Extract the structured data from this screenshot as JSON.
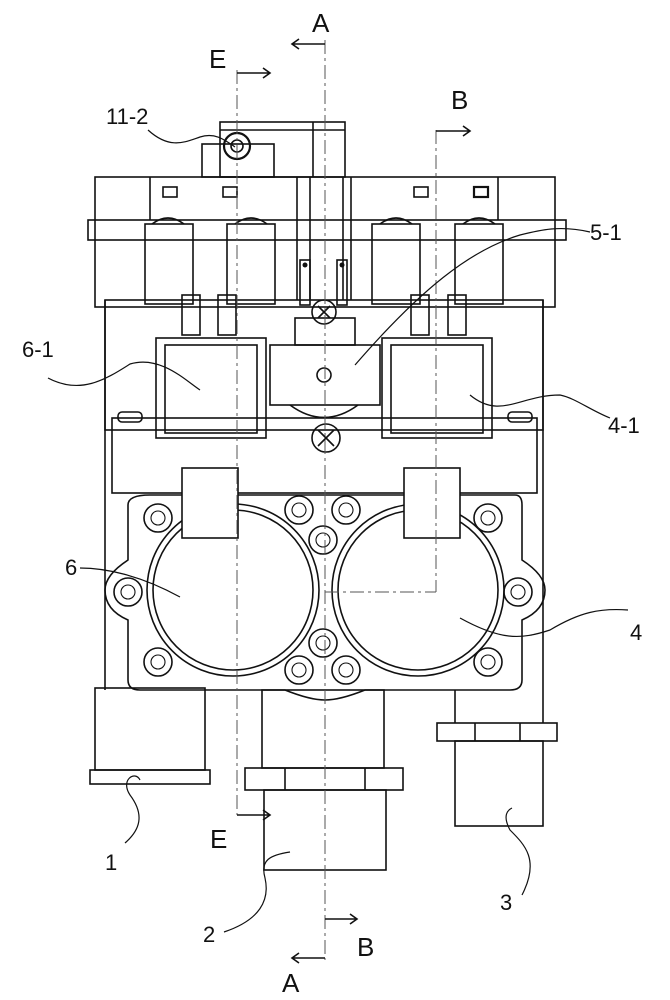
{
  "figure": {
    "description": "Front view of gas valve assembly with section lines",
    "section_marks": [
      {
        "id": "A",
        "label_top": "A",
        "label_bottom": "A"
      },
      {
        "id": "B",
        "label_top": "B",
        "label_bottom": "B"
      },
      {
        "id": "E",
        "label_top": "E",
        "label_bottom": "E"
      }
    ],
    "part_labels": [
      {
        "id": "11-2",
        "text": "11-2"
      },
      {
        "id": "5-1",
        "text": "5-1"
      },
      {
        "id": "6-1",
        "text": "6-1"
      },
      {
        "id": "4-1",
        "text": "4-1"
      },
      {
        "id": "6",
        "text": "6"
      },
      {
        "id": "4",
        "text": "4"
      },
      {
        "id": "1",
        "text": "1"
      },
      {
        "id": "2",
        "text": "2"
      },
      {
        "id": "3",
        "text": "3"
      }
    ]
  }
}
